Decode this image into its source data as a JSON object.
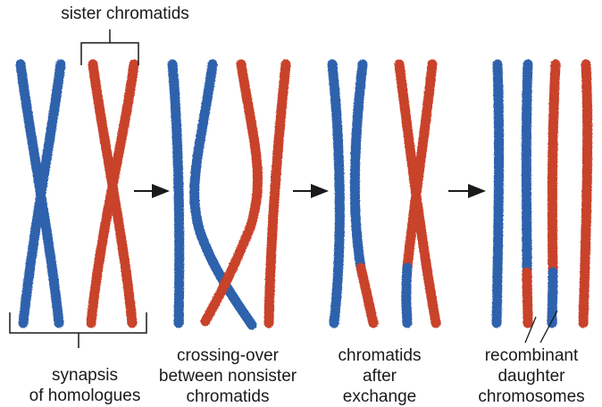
{
  "labels": {
    "top": "sister chromatids",
    "stage1": [
      "synapsis",
      "of homologues"
    ],
    "stage2": [
      "crossing-over",
      "between nonsister",
      "chromatids"
    ],
    "stage3": [
      "chromatids",
      "after",
      "exchange"
    ],
    "stage4": [
      "recombinant",
      "daughter",
      "chromosomes"
    ]
  },
  "colors": {
    "blue": "#2f62ad",
    "red": "#c9422c",
    "line": "#1a1a1a"
  },
  "icons": [
    "right-arrow-icon",
    "bracket"
  ]
}
